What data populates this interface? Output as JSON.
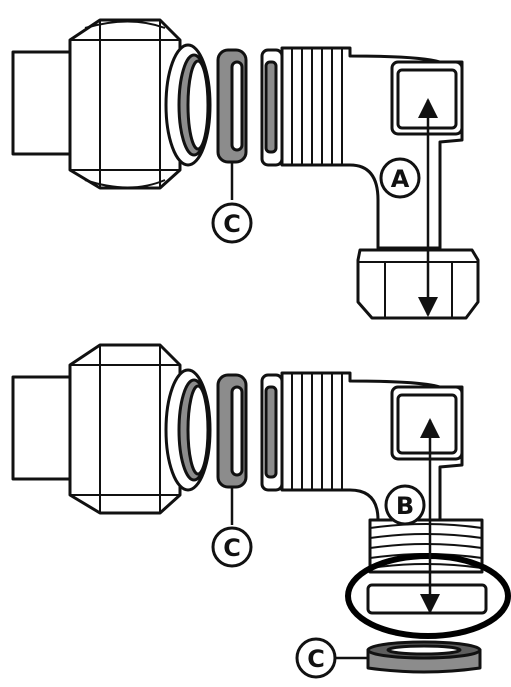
{
  "labels": {
    "a": "A",
    "b": "B",
    "c_top": "C",
    "c_mid": "C",
    "c_bottom": "C"
  },
  "colors": {
    "line": "#111111",
    "fill": "#ffffff",
    "washer": "#8c8c8c",
    "washer_dark": "#5e5e5e",
    "highlight_ring": "#000000"
  }
}
